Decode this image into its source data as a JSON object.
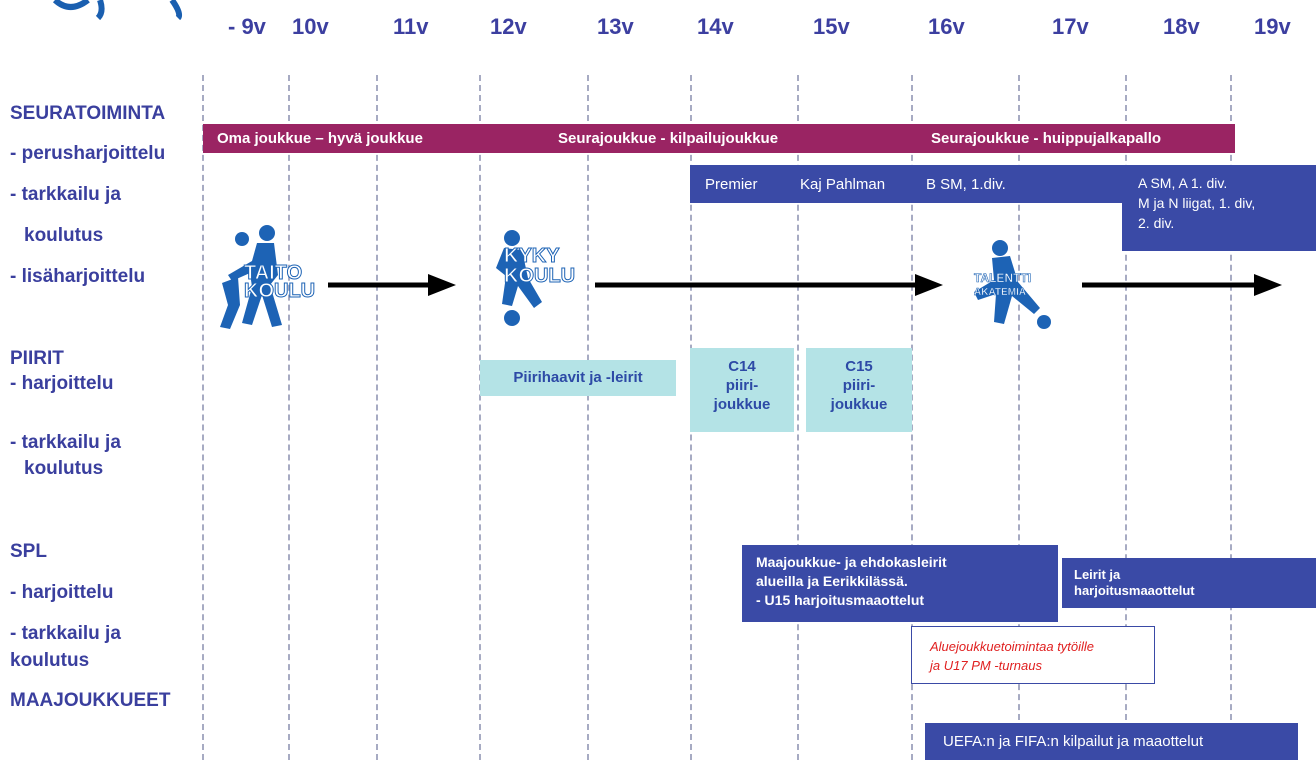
{
  "ages": [
    "- 9v",
    "10v",
    "11v",
    "12v",
    "13v",
    "14v",
    "15v",
    "16v",
    "17v",
    "18v",
    "19v"
  ],
  "sections": {
    "seuratoiminta": "SEURATOIMINTA",
    "perusharjoittelu": "- perusharjoittelu",
    "tarkkailu1": "- tarkkailu ja",
    "koulutus1": "koulutus",
    "lisaharjoittelu": "- lisäharjoittelu",
    "piirit": "PIIRIT",
    "harjoittelu1": "- harjoittelu",
    "tarkkailu2": "- tarkkailu ja",
    "koulutus2": "koulutus",
    "spl": "SPL",
    "harjoittelu2": "- harjoittelu",
    "tarkkailu3": "- tarkkailu ja",
    "koulutus3": "koulutus",
    "maajoukkueet": "MAAJOUKKUEET"
  },
  "seura_bar": {
    "seg1": "Oma joukkue – hyvä joukkue",
    "seg2": "Seurajoukkue - kilpailujoukkue",
    "seg3": "Seurajoukkue - huippujalkapallo"
  },
  "navy_bar": {
    "premier": "Premier",
    "kaj": "Kaj Pahlman",
    "bsm": "B SM, 1.div."
  },
  "navy_box_right": {
    "line1": "A SM, A 1. div.",
    "line2": "M ja N liigat, 1. div,",
    "line3": "2. div."
  },
  "logos": {
    "taito": [
      "TAITO",
      "KOULU"
    ],
    "kyky": [
      "KYKY",
      "KOULU"
    ],
    "talentti": [
      "TALENTTI",
      "AKATEMIA"
    ]
  },
  "piiri_boxes": {
    "piirihaavit": "Piirihaavit ja -leirit",
    "c14": [
      "C14",
      "piiri-",
      "joukkue"
    ],
    "c15": [
      "C15",
      "piiri-",
      "joukkue"
    ]
  },
  "spl_boxes": {
    "maajoukkue": [
      "Maajoukkue- ja ehdokasleirit",
      "alueilla ja Eerikkilässä.",
      "- U15 harjoitusmaaottelut"
    ],
    "leirit": [
      "Leirit ja",
      "harjoitusmaaottelut"
    ],
    "alue": [
      "Aluejoukkuetoimintaa tytöille",
      "ja U17 PM -turnaus"
    ]
  },
  "uefa": "UEFA:n ja FIFA:n  kilpailut ja maaottelut",
  "colors": {
    "maroon": "#9a2463",
    "navy": "#3a4aa6",
    "teal": "#b4e3e6",
    "text": "#3a3f9e",
    "red": "#e02020"
  }
}
